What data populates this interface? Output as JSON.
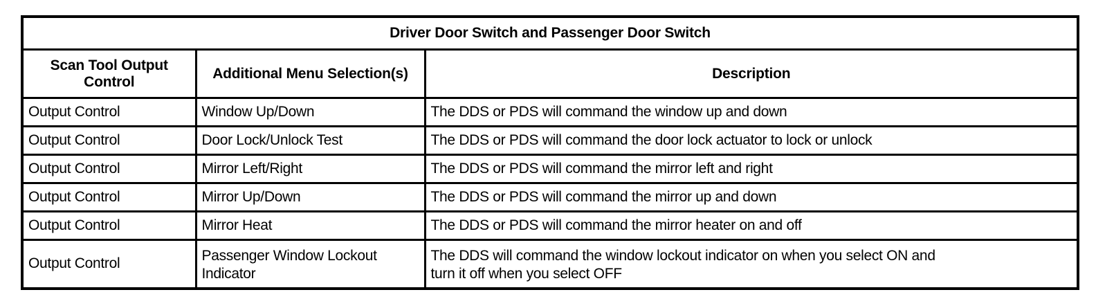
{
  "table": {
    "title": "Driver Door Switch and Passenger Door Switch",
    "headers": {
      "control": "Scan Tool Output\nControl",
      "menu": "Additional Menu\nSelection(s)",
      "description": "Description"
    },
    "rows": [
      {
        "control": "Output Control",
        "menu": "Window Up/Down",
        "description": "The DDS or PDS will command the window up and down"
      },
      {
        "control": "Output Control",
        "menu": "Door Lock/Unlock Test",
        "description": "The DDS or PDS will command the door lock actuator to lock or unlock"
      },
      {
        "control": "Output Control",
        "menu": "Mirror Left/Right",
        "description": "The DDS or PDS will command the mirror left and right"
      },
      {
        "control": "Output Control",
        "menu": "Mirror Up/Down",
        "description": "The DDS or PDS will command the mirror up and down"
      },
      {
        "control": "Output Control",
        "menu": "Mirror Heat",
        "description": "The DDS or PDS will command the mirror heater on and off"
      },
      {
        "control": "Output Control",
        "menu": "Passenger Window Lockout\nIndicator",
        "description": "The DDS will command the window lockout indicator on when you select ON and\nturn it off when you select OFF"
      }
    ]
  },
  "colors": {
    "border": "#000000",
    "text": "#000000",
    "background": "#ffffff"
  }
}
